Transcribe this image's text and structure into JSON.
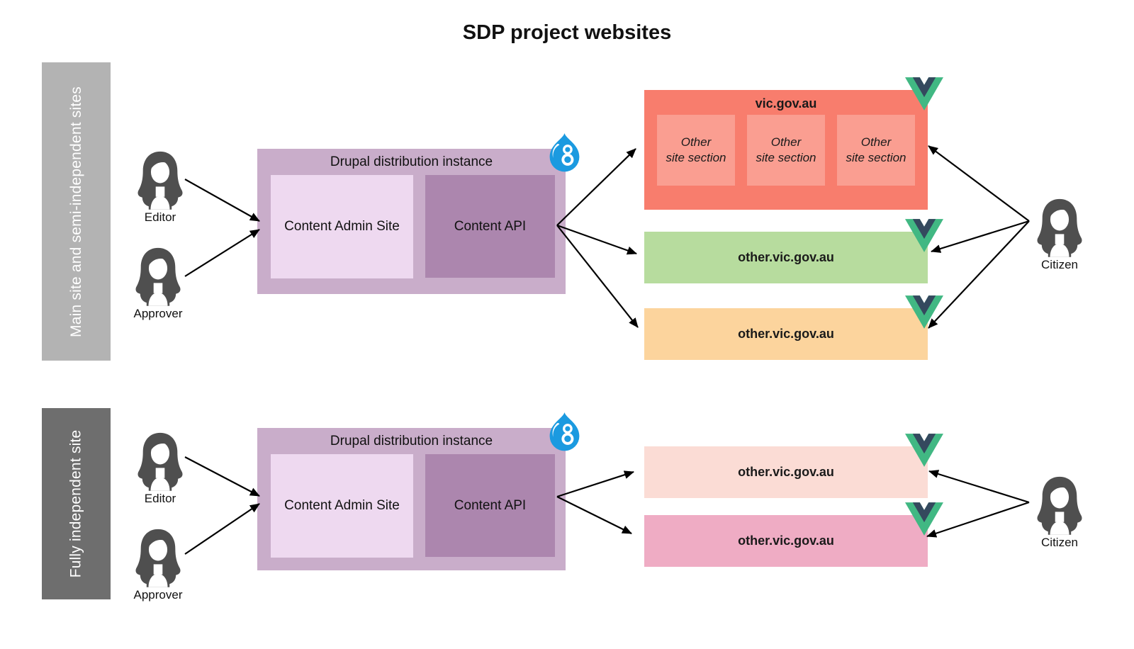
{
  "title": "SDP project websites",
  "colors": {
    "band_top": "#b3b3b3",
    "band_bottom": "#6e6e6e",
    "person_gray": "#4f4f4f",
    "drupal_outer": "#c9adca",
    "admin_box": "#eed9f0",
    "api_box": "#ac86ae",
    "site_red": "#f87d6d",
    "site_red_inner": "#fa9e91",
    "site_green": "#b7dc9e",
    "site_orange": "#fcd49d",
    "site_lightpink": "#fbdcd5",
    "site_pink": "#efacc4",
    "vue_green": "#41b883",
    "vue_navy": "#34495e",
    "drupal_blue": "#1b9ae0",
    "arrow": "#000000"
  },
  "icons": {
    "drupal_logo": "drupal-8-drop-logo",
    "vue_logo": "vuejs-logo",
    "person": "woman-silhouette-avatar"
  },
  "sections": {
    "top": {
      "band_label": "Main site and semi-independent sites",
      "editor_label": "Editor",
      "approver_label": "Approver",
      "citizen_label": "Citizen",
      "drupal_title": "Drupal distribution instance",
      "admin_label": "Content Admin Site",
      "api_label": "Content API",
      "sites": {
        "main": {
          "label": "vic.gov.au",
          "sections": [
            {
              "line1": "Other",
              "line2": "site section"
            },
            {
              "line1": "Other",
              "line2": "site section"
            },
            {
              "line1": "Other",
              "line2": "site section"
            }
          ]
        },
        "green": {
          "label": "other.vic.gov.au"
        },
        "orange": {
          "label": "other.vic.gov.au"
        }
      }
    },
    "bottom": {
      "band_label": "Fully independent site",
      "editor_label": "Editor",
      "approver_label": "Approver",
      "citizen_label": "Citizen",
      "drupal_title": "Drupal distribution instance",
      "admin_label": "Content Admin Site",
      "api_label": "Content API",
      "sites": {
        "lightpink": {
          "label": "other.vic.gov.au"
        },
        "pink": {
          "label": "other.vic.gov.au"
        }
      }
    }
  }
}
